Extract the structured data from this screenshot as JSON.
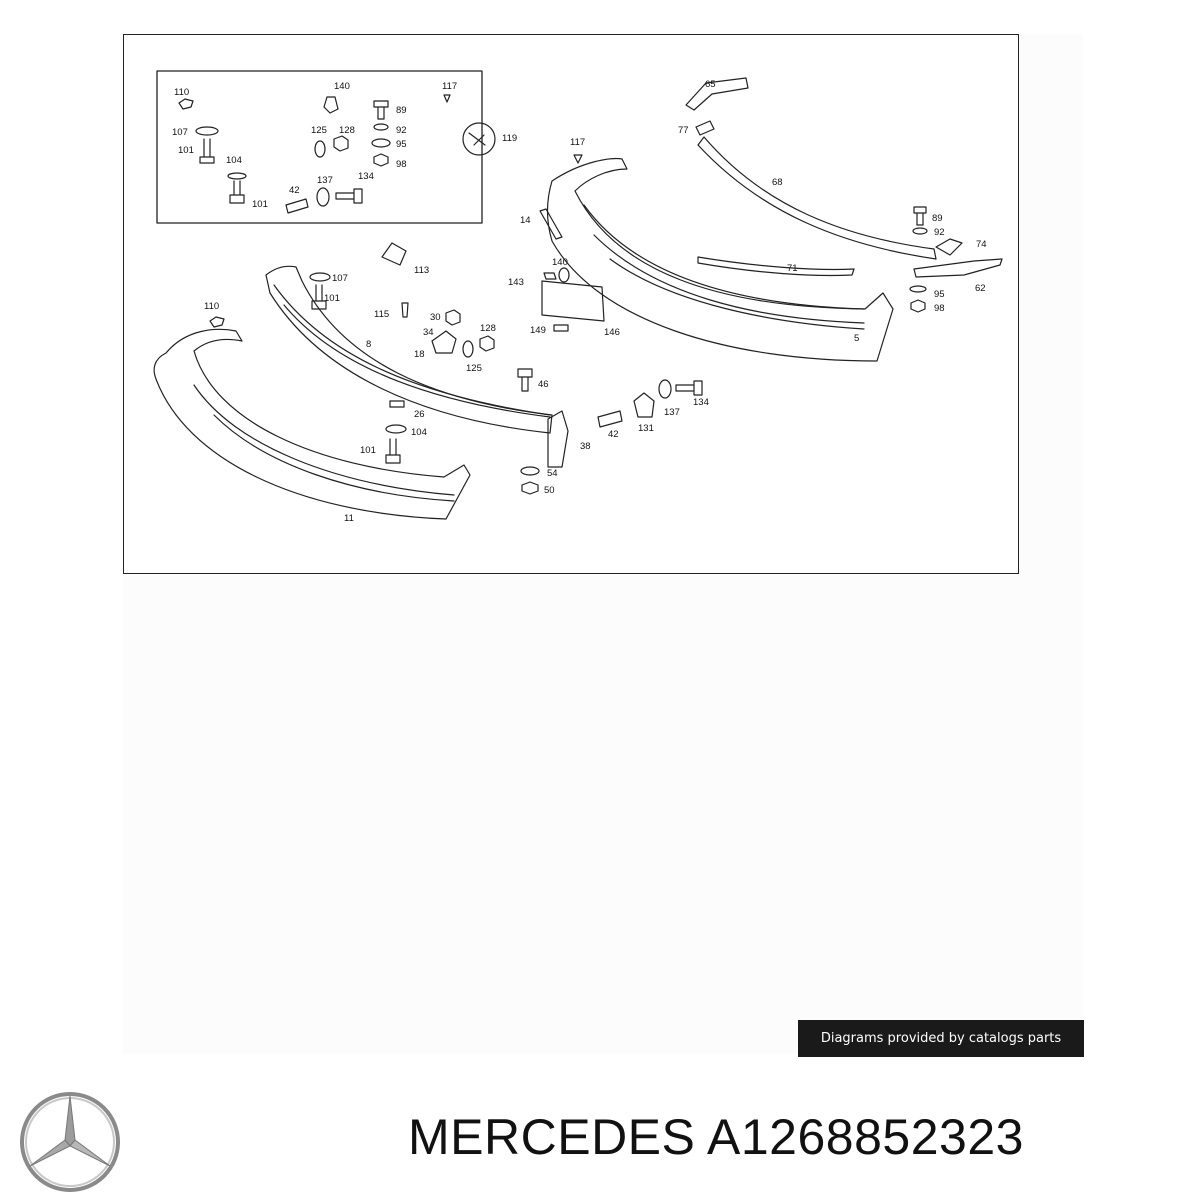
{
  "diagram": {
    "callouts": [
      {
        "id": "c110a",
        "text": "110"
      },
      {
        "id": "c140a",
        "text": "140"
      },
      {
        "id": "c117a",
        "text": "117"
      },
      {
        "id": "c89a",
        "text": "89"
      },
      {
        "id": "c107a",
        "text": "107"
      },
      {
        "id": "c125a",
        "text": "125"
      },
      {
        "id": "c128a",
        "text": "128"
      },
      {
        "id": "c92a",
        "text": "92"
      },
      {
        "id": "c101a",
        "text": "101"
      },
      {
        "id": "c95a",
        "text": "95"
      },
      {
        "id": "c104a",
        "text": "104"
      },
      {
        "id": "c98a",
        "text": "98"
      },
      {
        "id": "c134a",
        "text": "134"
      },
      {
        "id": "c42a",
        "text": "42"
      },
      {
        "id": "c137a",
        "text": "137"
      },
      {
        "id": "c101b",
        "text": "101"
      },
      {
        "id": "c119",
        "text": "119"
      },
      {
        "id": "c65",
        "text": "65"
      },
      {
        "id": "c77",
        "text": "77"
      },
      {
        "id": "c117b",
        "text": "117"
      },
      {
        "id": "c68",
        "text": "68"
      },
      {
        "id": "c14",
        "text": "14"
      },
      {
        "id": "c89b",
        "text": "89"
      },
      {
        "id": "c92b",
        "text": "92"
      },
      {
        "id": "c74",
        "text": "74"
      },
      {
        "id": "c71",
        "text": "71"
      },
      {
        "id": "c140b",
        "text": "140"
      },
      {
        "id": "c143",
        "text": "143"
      },
      {
        "id": "c95b",
        "text": "95"
      },
      {
        "id": "c62",
        "text": "62"
      },
      {
        "id": "c98b",
        "text": "98"
      },
      {
        "id": "c107b",
        "text": "107"
      },
      {
        "id": "c113",
        "text": "113"
      },
      {
        "id": "c101c",
        "text": "101"
      },
      {
        "id": "c110b",
        "text": "110"
      },
      {
        "id": "c115",
        "text": "115"
      },
      {
        "id": "c30",
        "text": "30"
      },
      {
        "id": "c34",
        "text": "34"
      },
      {
        "id": "c128b",
        "text": "128"
      },
      {
        "id": "c149",
        "text": "149"
      },
      {
        "id": "c146",
        "text": "146"
      },
      {
        "id": "c5",
        "text": "5"
      },
      {
        "id": "c8",
        "text": "8"
      },
      {
        "id": "c18",
        "text": "18"
      },
      {
        "id": "c125b",
        "text": "125"
      },
      {
        "id": "c46",
        "text": "46"
      },
      {
        "id": "c26",
        "text": "26"
      },
      {
        "id": "c104b",
        "text": "104"
      },
      {
        "id": "c137b",
        "text": "137"
      },
      {
        "id": "c134b",
        "text": "134"
      },
      {
        "id": "c38",
        "text": "38"
      },
      {
        "id": "c42b",
        "text": "42"
      },
      {
        "id": "c131",
        "text": "131"
      },
      {
        "id": "c101d",
        "text": "101"
      },
      {
        "id": "c54",
        "text": "54"
      },
      {
        "id": "c50",
        "text": "50"
      },
      {
        "id": "c11",
        "text": "11"
      }
    ]
  },
  "credit": "Diagrams provided by catalogs parts",
  "brand": "MERCEDES",
  "part_number": "A1268852323",
  "title": "MERCEDES A1268852323",
  "logo_icon": "mercedes-star-icon",
  "colors": {
    "line": "#222222",
    "credit_bg": "#1a1a1a",
    "credit_text": "#ffffff"
  }
}
